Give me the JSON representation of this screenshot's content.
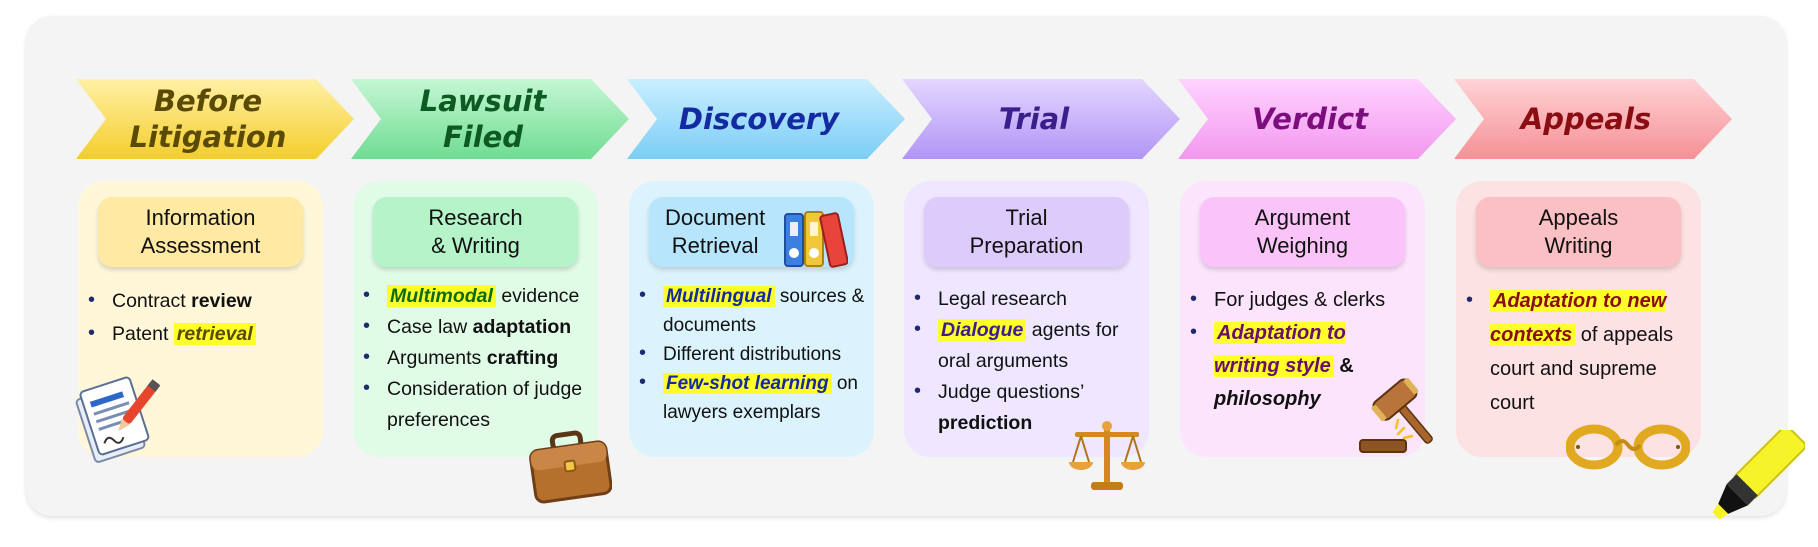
{
  "stages": [
    {
      "title": "Before\nLitigation",
      "title_color": "#5a4a05",
      "fill_top": "#fff1a6",
      "fill_bottom": "#f4cd2c",
      "card_bg": "#fff7d8",
      "head_bg": "#ffe9a3",
      "heading": "Information\nAssessment",
      "bullets": [
        [
          {
            "t": "Contract "
          },
          {
            "t": "review",
            "s": "b"
          }
        ],
        [
          {
            "t": "Patent "
          },
          {
            "t": "retrieval",
            "s": "hl"
          }
        ]
      ]
    },
    {
      "title": "Lawsuit\nFiled",
      "title_color": "#0d5b22",
      "fill_top": "#c5f7d4",
      "fill_bottom": "#6fdc92",
      "card_bg": "#e0fbe6",
      "head_bg": "#b5f3c9",
      "heading": "Research\n& Writing",
      "bullets": [
        [
          {
            "t": "Multimodal",
            "s": "hl",
            "c": "#0d6b10"
          },
          {
            "t": " evidence"
          }
        ],
        [
          {
            "t": "Case law "
          },
          {
            "t": "adaptation",
            "s": "b"
          }
        ],
        [
          {
            "t": "Arguments "
          },
          {
            "t": "crafting",
            "s": "b"
          }
        ],
        [
          {
            "t": "Consideration of judge preferences"
          }
        ]
      ]
    },
    {
      "title": "Discovery",
      "title_color": "#142aa0",
      "fill_top": "#c9efff",
      "fill_bottom": "#7ccdf6",
      "card_bg": "#dbf3fd",
      "head_bg": "#b7e5fb",
      "heading": "Document\nRetrieval",
      "bullets": [
        [
          {
            "t": "Multilingual",
            "s": "hl",
            "c": "#142aa0"
          },
          {
            "t": " sources & documents"
          }
        ],
        [
          {
            "t": "Different distributions"
          }
        ],
        [
          {
            "t": "Few-shot learning",
            "s": "hl",
            "c": "#142aa0"
          },
          {
            "t": " on lawyers exemplars"
          }
        ]
      ]
    },
    {
      "title": "Trial",
      "title_color": "#3b1d8c",
      "fill_top": "#e4d6ff",
      "fill_bottom": "#b295f5",
      "card_bg": "#efe6ff",
      "head_bg": "#ddccfb",
      "heading": "Trial\nPreparation",
      "bullets": [
        [
          {
            "t": "Legal research"
          }
        ],
        [
          {
            "t": "Dialogue",
            "s": "hl",
            "c": "#3b1d8c"
          },
          {
            "t": " agents for oral arguments"
          }
        ],
        [
          {
            "t": "Judge questions’ "
          },
          {
            "t": "prediction",
            "s": "b"
          }
        ]
      ]
    },
    {
      "title": "Verdict",
      "title_color": "#7c0d7c",
      "fill_top": "#ffd3ff",
      "fill_bottom": "#f298ef",
      "card_bg": "#fde4fd",
      "head_bg": "#fac4f8",
      "heading": "Argument\nWeighing",
      "bullets": [
        [
          {
            "t": "For judges & clerks"
          }
        ],
        [
          {
            "t": "Adaptation to writing style",
            "s": "hl",
            "c": "#6b0d6b"
          },
          {
            "t": " & ",
            "s": "b"
          },
          {
            "t": "philosophy",
            "s": "bi"
          }
        ]
      ]
    },
    {
      "title": "Appeals",
      "title_color": "#8b0d14",
      "fill_top": "#ffd3d6",
      "fill_bottom": "#f59196",
      "card_bg": "#fde2e3",
      "head_bg": "#fbc0c3",
      "heading": "Appeals\nWriting",
      "bullets": [
        [
          {
            "t": "Adaptation to new contexts",
            "s": "hl",
            "c": "#8b0d14"
          },
          {
            "t": " of appeals court and supreme court"
          }
        ]
      ]
    }
  ],
  "icons": {
    "stage0": "document-pen-icon",
    "stage1": "briefcase-icon",
    "stage2": "binders-icon",
    "stage3": "scales-icon",
    "stage4": "gavel-icon",
    "stage5": "handcuffs-icon",
    "corner": "highlighter-icon"
  }
}
